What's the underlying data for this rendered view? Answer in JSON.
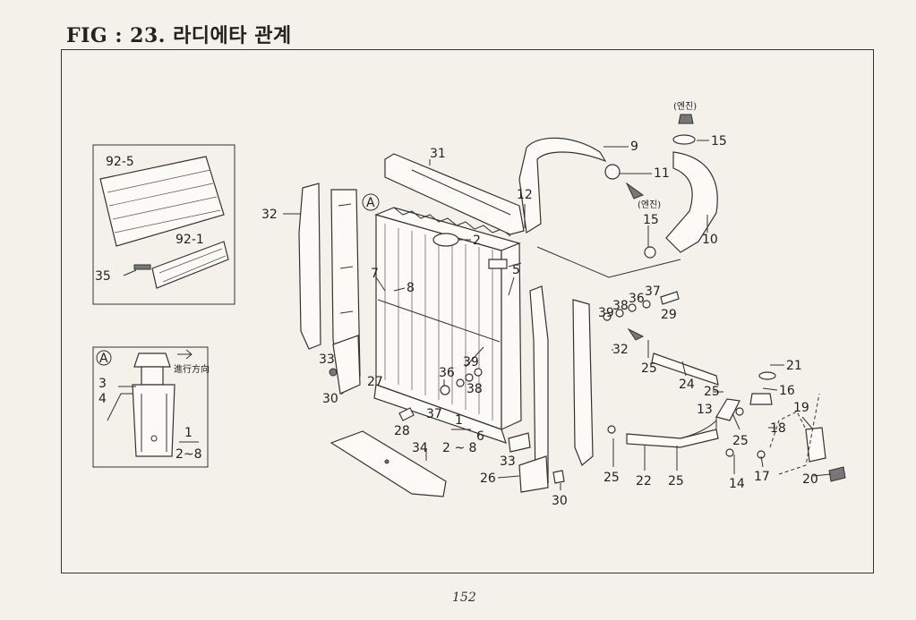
{
  "header": {
    "title": "FIG : 23. 라디에타 관계"
  },
  "footer": {
    "page_number": "152"
  },
  "inset_a": {
    "marker": "A",
    "note": "進行方向",
    "labels": [
      "3",
      "4",
      "1",
      "2~8"
    ]
  },
  "inset_b": {
    "labels": [
      "92-5",
      "92-1",
      "35"
    ]
  },
  "engine_notes": [
    "(엔진)",
    "(엔진)"
  ],
  "callouts": [
    "31",
    "32",
    "A",
    "12",
    "9",
    "11",
    "15",
    "15",
    "10",
    "2",
    "7",
    "8",
    "5",
    "36",
    "37",
    "38",
    "39",
    "29",
    "32",
    "25",
    "24",
    "21",
    "16",
    "25",
    "19",
    "13",
    "18",
    "33",
    "30",
    "27",
    "36",
    "38",
    "39",
    "37",
    "28",
    "1",
    "2 ~ 8",
    "6",
    "34",
    "33",
    "26",
    "30",
    "25",
    "22",
    "25",
    "25",
    "14",
    "17",
    "20"
  ]
}
